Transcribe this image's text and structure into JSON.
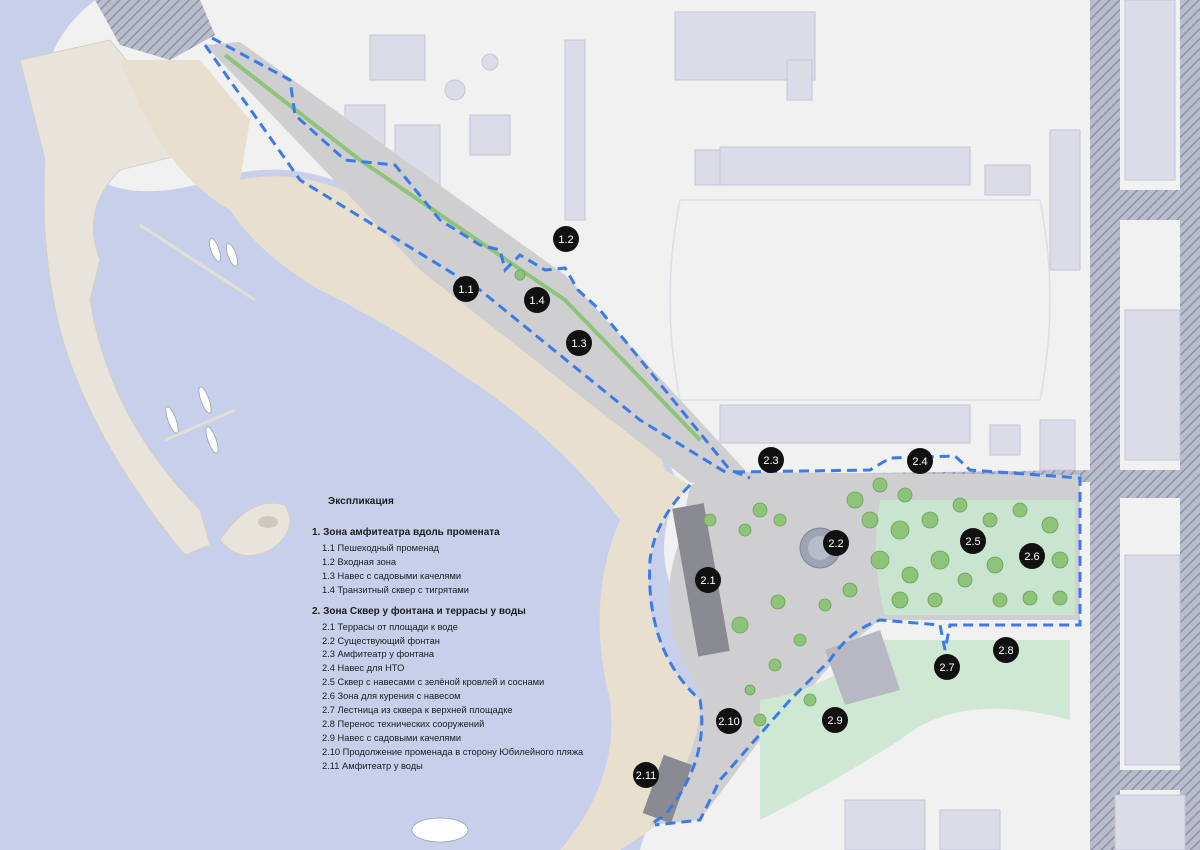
{
  "colors": {
    "water": "#c7cfea",
    "land": "#f1f1f1",
    "building": "#dcdce9",
    "road_hatch": "#9aa0b3",
    "sand": "#e9dfcf",
    "pier": "#e8e4dc",
    "plaza": "#cfcfd2",
    "greenery": "#c9e5cf",
    "tree": "#8ec47a",
    "boundary": "#3a7be8",
    "marker": "#111111"
  },
  "markers": [
    {
      "id": "1.1",
      "label": "1.1"
    },
    {
      "id": "1.2",
      "label": "1.2"
    },
    {
      "id": "1.3",
      "label": "1.3"
    },
    {
      "id": "1.4",
      "label": "1.4"
    },
    {
      "id": "2.1",
      "label": "2.1"
    },
    {
      "id": "2.2",
      "label": "2.2"
    },
    {
      "id": "2.3",
      "label": "2.3"
    },
    {
      "id": "2.4",
      "label": "2.4"
    },
    {
      "id": "2.5",
      "label": "2.5"
    },
    {
      "id": "2.6",
      "label": "2.6"
    },
    {
      "id": "2.7",
      "label": "2.7"
    },
    {
      "id": "2.8",
      "label": "2.8"
    },
    {
      "id": "2.9",
      "label": "2.9"
    },
    {
      "id": "2.10",
      "label": "2.10"
    },
    {
      "id": "2.11",
      "label": "2.11"
    }
  ],
  "legend": {
    "title": "Экспликация",
    "groups": [
      {
        "title": "1. Зона амфитеатра вдоль промената",
        "items": [
          "1.1 Пешеходный променад",
          "1.2 Входная зона",
          "1.3 Навес с садовыми качелями",
          "1.4 Транзитный сквер с тигрятами"
        ]
      },
      {
        "title": "2. Зона Сквер у фонтана и террасы у воды",
        "items": [
          "2.1 Террасы от площади к воде",
          "2.2 Существующий фонтан",
          "2.3 Амфитеатр у фонтана",
          "2.4 Навес для НТО",
          "2.5 Сквер с навесами с зелёной кровлей и соснами",
          "2.6 Зона для курения с навесом",
          "2.7 Лестница из сквера к верхней площадке",
          "2.8 Перенос технических сооружений",
          "2.9 Навес с садовыми качелями",
          "2.10 Продолжение променада в сторону Юбилейного пляжа",
          "2.11 Амфитеатр у воды"
        ]
      }
    ]
  }
}
